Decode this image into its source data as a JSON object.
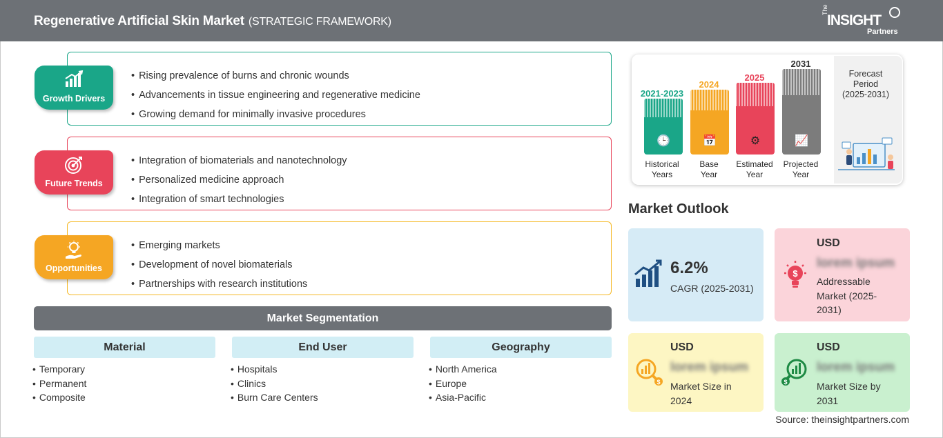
{
  "header": {
    "title": "Regenerative Artificial Skin Market",
    "subtitle": "(STRATEGIC FRAMEWORK)",
    "logo_the": "The",
    "logo_insight": "INSIGHT",
    "logo_partners": "Partners"
  },
  "drivers": {
    "growth": {
      "label": "Growth Drivers",
      "icon": "bar-chart-up-icon",
      "color": "#1aa688",
      "items": [
        "Rising prevalence of burns and chronic wounds",
        "Advancements in tissue engineering and regenerative medicine",
        "Growing demand for minimally invasive procedures"
      ]
    },
    "trends": {
      "label": "Future Trends",
      "icon": "target-icon",
      "color": "#e8445a",
      "items": [
        "Integration of biomaterials and nanotechnology",
        "Personalized medicine approach",
        "Integration of smart technologies"
      ]
    },
    "opportunities": {
      "label": "Opportunities",
      "icon": "lightbulb-hand-icon",
      "color": "#f5a623",
      "items": [
        "Emerging markets",
        "Development of novel biomaterials",
        "Partnerships with research institutions"
      ]
    }
  },
  "segmentation": {
    "title": "Market Segmentation",
    "columns": [
      {
        "name": "Material",
        "items": [
          "Temporary",
          "Permanent",
          "Composite"
        ]
      },
      {
        "name": "End User",
        "items": [
          "Hospitals",
          "Clinics",
          "Burn Care Centers"
        ]
      },
      {
        "name": "Geography",
        "items": [
          "North America",
          "Europe",
          "Asia-Pacific"
        ]
      }
    ]
  },
  "timeline": {
    "historical": {
      "year": "2021-2023",
      "label_1": "Historical",
      "label_2": "Years",
      "color": "#1aa688"
    },
    "base": {
      "year": "2024",
      "label_1": "Base",
      "label_2": "Year",
      "color": "#f5a623"
    },
    "estimated": {
      "year": "2025",
      "label_1": "Estimated",
      "label_2": "Year",
      "color": "#e8445a"
    },
    "projected": {
      "year": "2031",
      "label_1": "Projected",
      "label_2": "Year",
      "color": "#7c7c7c"
    },
    "forecast_1": "Forecast",
    "forecast_2": "Period",
    "forecast_3": "(2025-2031)"
  },
  "outlook": {
    "title": "Market Outlook",
    "cagr": {
      "value": "6.2%",
      "label": "CAGR (2025-2031)",
      "bg": "#d6ebf6"
    },
    "addressable": {
      "currency": "USD",
      "value": "lorem ipsum",
      "label_1": "Addressable",
      "label_2": "Market (2025-",
      "label_3": "2031)",
      "bg": "#fbd4da"
    },
    "size_2024": {
      "currency": "USD",
      "value": "lorem ipsum",
      "label_1": "Market Size in",
      "label_2": "2024",
      "bg": "#fdf6c3"
    },
    "size_2031": {
      "currency": "USD",
      "value": "lorem ipsum",
      "label_1": "Market Size by",
      "label_2": "2031",
      "bg": "#c9f0cf"
    }
  },
  "source": "Source: theinsightpartners.com"
}
